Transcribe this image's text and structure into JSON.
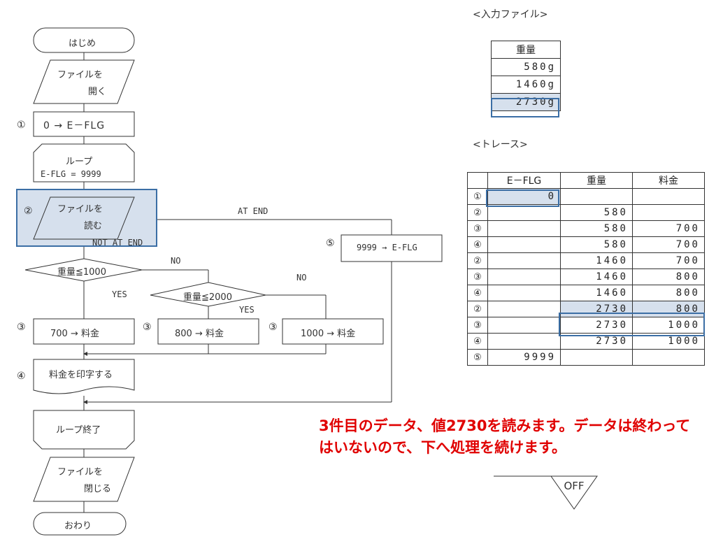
{
  "flowchart": {
    "start": "はじめ",
    "open_file_1": "ファイルを",
    "open_file_2": "開く",
    "init": "0 → E－FLG",
    "loop_top_1": "ループ",
    "loop_top_2": "E-FLG = 9999",
    "read_file_1": "ファイルを",
    "read_file_2": "読む",
    "at_end": "AT  END",
    "not_at_end": "NOT  AT  END",
    "set_flag": "9999 → E-FLG",
    "cond1": "重量≦1000",
    "cond2": "重量≦2000",
    "yes": "YES",
    "no": "NO",
    "fee_700": "700 → 料金",
    "fee_800": "800 → 料金",
    "fee_1000": "1000 → 料金",
    "print": "料金を印字する",
    "loop_end": "ループ終了",
    "close_file_1": "ファイルを",
    "close_file_2": "閉じる",
    "end": "おわり",
    "step_markers": [
      "①",
      "②",
      "③",
      "④",
      "⑤"
    ]
  },
  "input_file": {
    "title": "<入力ファイル>",
    "header": "重量",
    "rows": [
      "580g",
      "1460g",
      "2730g"
    ],
    "highlight_row": 2
  },
  "trace": {
    "title": "<トレース>",
    "headers": [
      "",
      "E－FLG",
      "重量",
      "料金"
    ],
    "rows": [
      [
        "①",
        "0",
        "",
        ""
      ],
      [
        "②",
        "",
        "580",
        ""
      ],
      [
        "③",
        "",
        "580",
        "700"
      ],
      [
        "④",
        "",
        "580",
        "700"
      ],
      [
        "②",
        "",
        "1460",
        "700"
      ],
      [
        "③",
        "",
        "1460",
        "800"
      ],
      [
        "④",
        "",
        "1460",
        "800"
      ],
      [
        "②",
        "",
        "2730",
        "800"
      ],
      [
        "③",
        "",
        "2730",
        "1000"
      ],
      [
        "④",
        "",
        "2730",
        "1000"
      ],
      [
        "⑤",
        "9999",
        "",
        ""
      ]
    ]
  },
  "note": "3件目のデータ、値2730を読みます。データは終わってはいないので、下へ処理を続けます。",
  "toggle": {
    "label": "OFF"
  },
  "colors": {
    "highlight_fill": "#d6e0ed",
    "highlight_border": "#3b6ea5",
    "note": "#e00000"
  }
}
